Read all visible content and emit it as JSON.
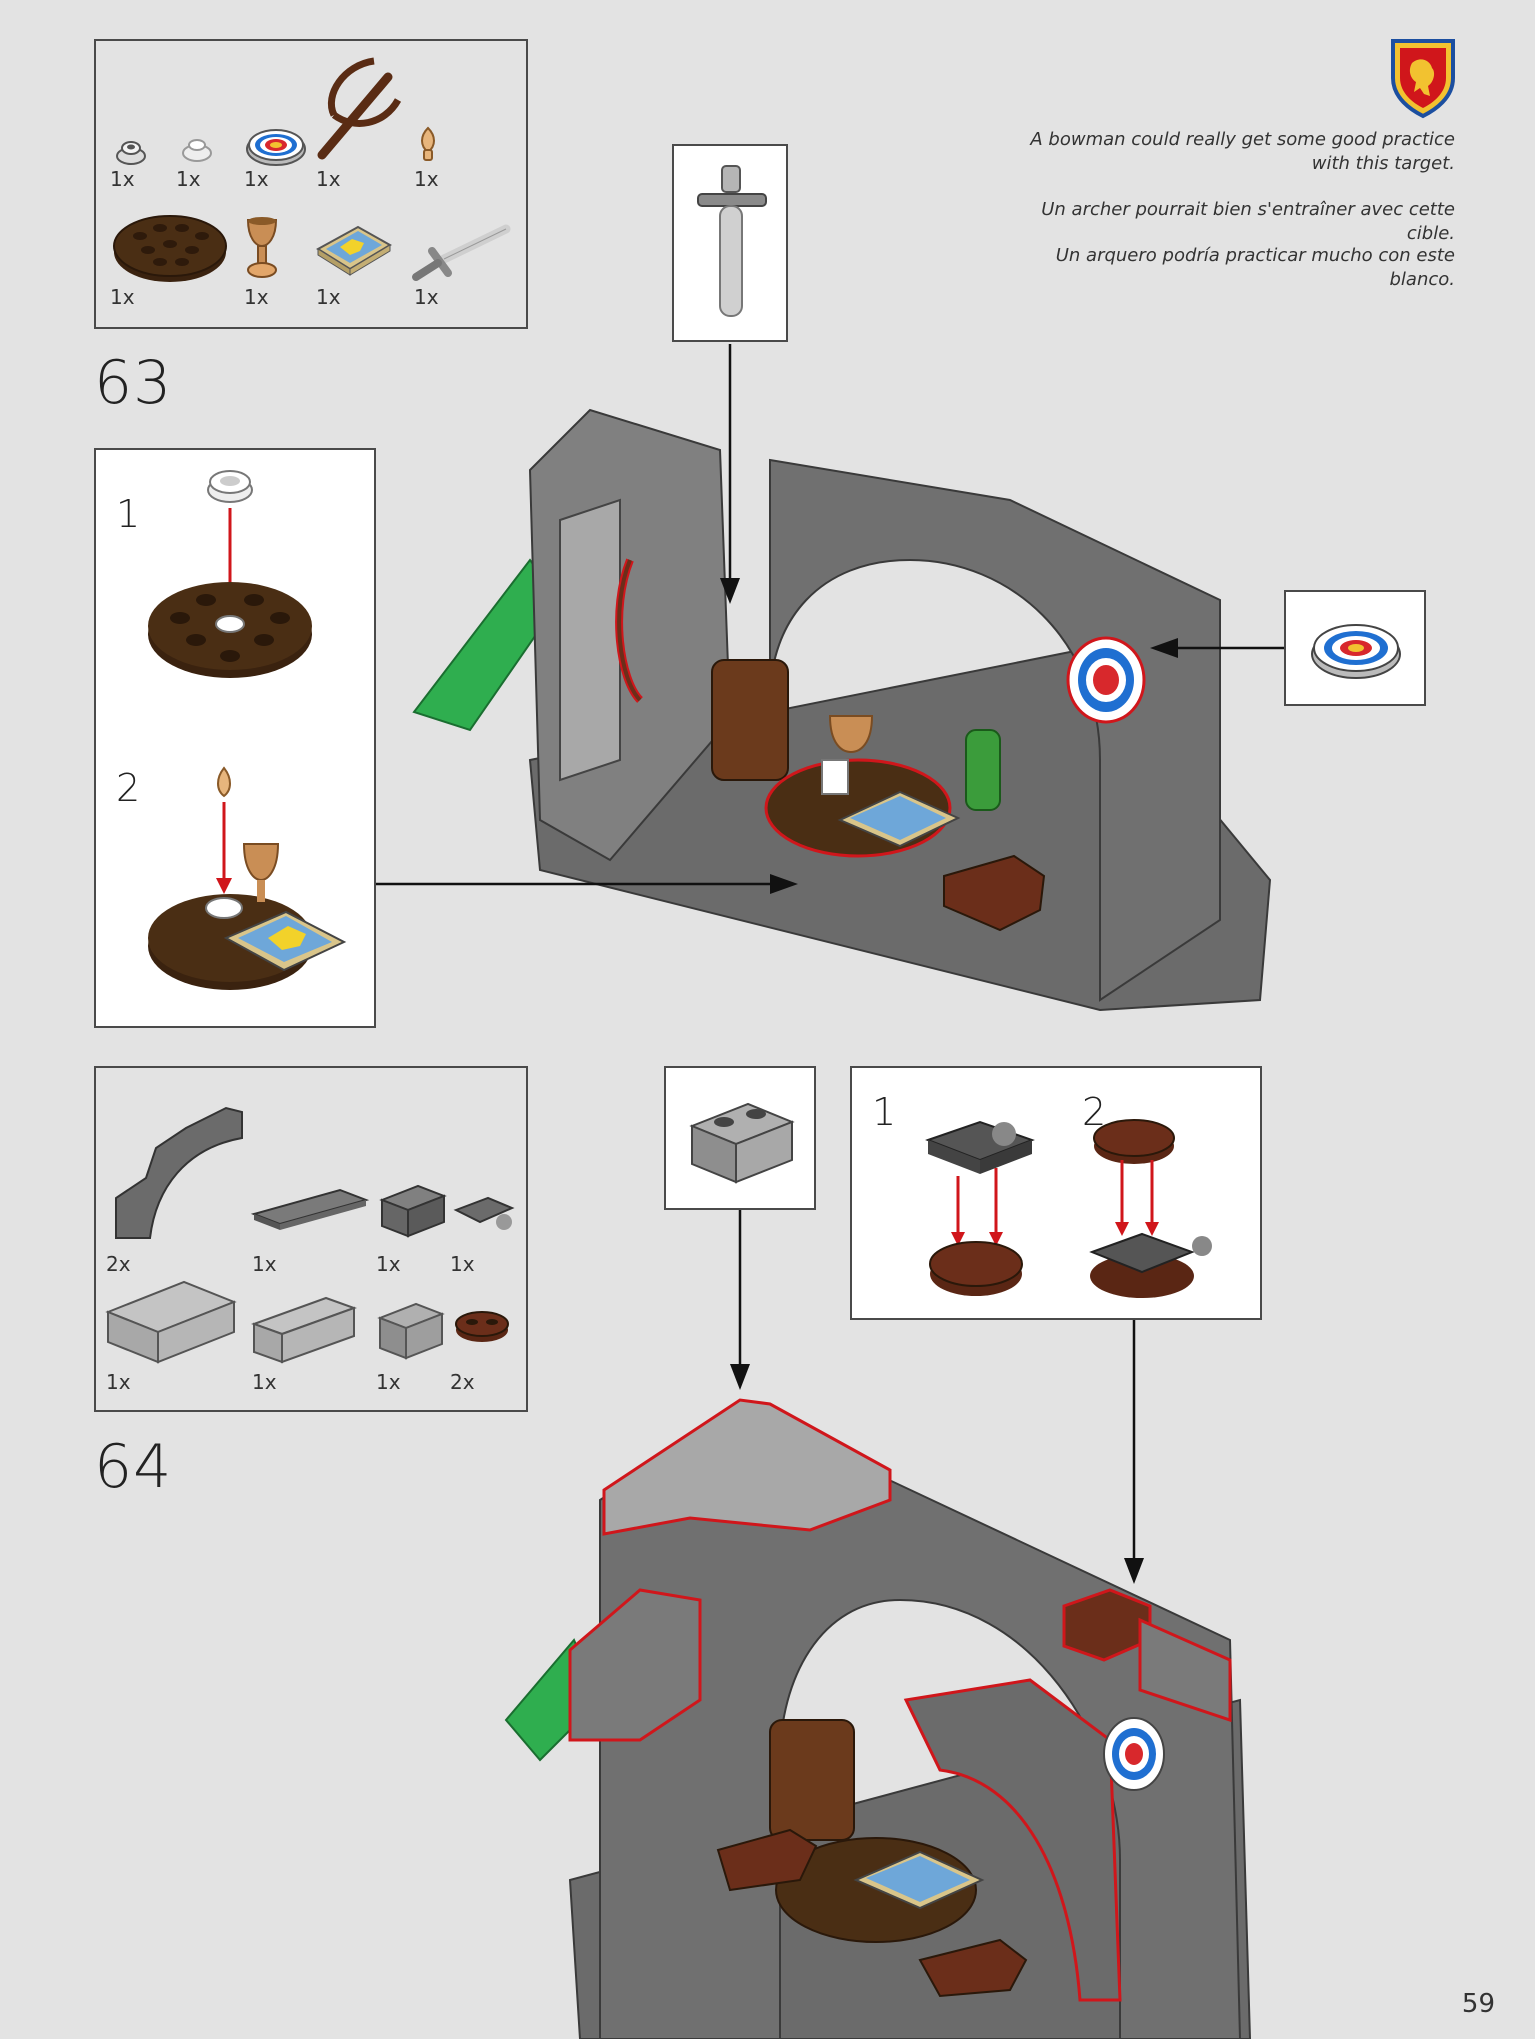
{
  "captions": {
    "en": "A bowman could really get some good practice with this target.",
    "fr": "Un archer pourrait bien s'entraîner avec cette cible.",
    "es": "Un arquero podría practicar mucho con este blanco."
  },
  "page_number": "59",
  "step63": {
    "number": "63",
    "parts_qty": [
      "1x",
      "1x",
      "1x",
      "1x",
      "1x",
      "1x",
      "1x",
      "1x",
      "1x"
    ],
    "substeps": [
      "1",
      "2"
    ]
  },
  "step64": {
    "number": "64",
    "parts_qty": [
      "2x",
      "1x",
      "1x",
      "1x",
      "1x",
      "1x",
      "1x",
      "2x"
    ],
    "substeps": [
      "1",
      "2"
    ]
  },
  "colors": {
    "background": "#e3e3e3",
    "stone_dark": "#6b6b6b",
    "stone_light": "#a8a8a8",
    "brown_dark": "#4a2e14",
    "brown_red": "#6b2e1a",
    "highlight_red": "#d0161b",
    "green_plate": "#2fae4f",
    "shield_yellow": "#f2c230",
    "shield_blue": "#1c4fa0",
    "target_blue": "#1f6fd1",
    "target_red": "#d8282c"
  },
  "icons": [
    "lion-shield-icon",
    "round-plate-icon",
    "target-tile-icon",
    "crossbow-icon",
    "candle-flame-icon",
    "goblet-icon",
    "map-tile-icon",
    "sword-icon"
  ]
}
